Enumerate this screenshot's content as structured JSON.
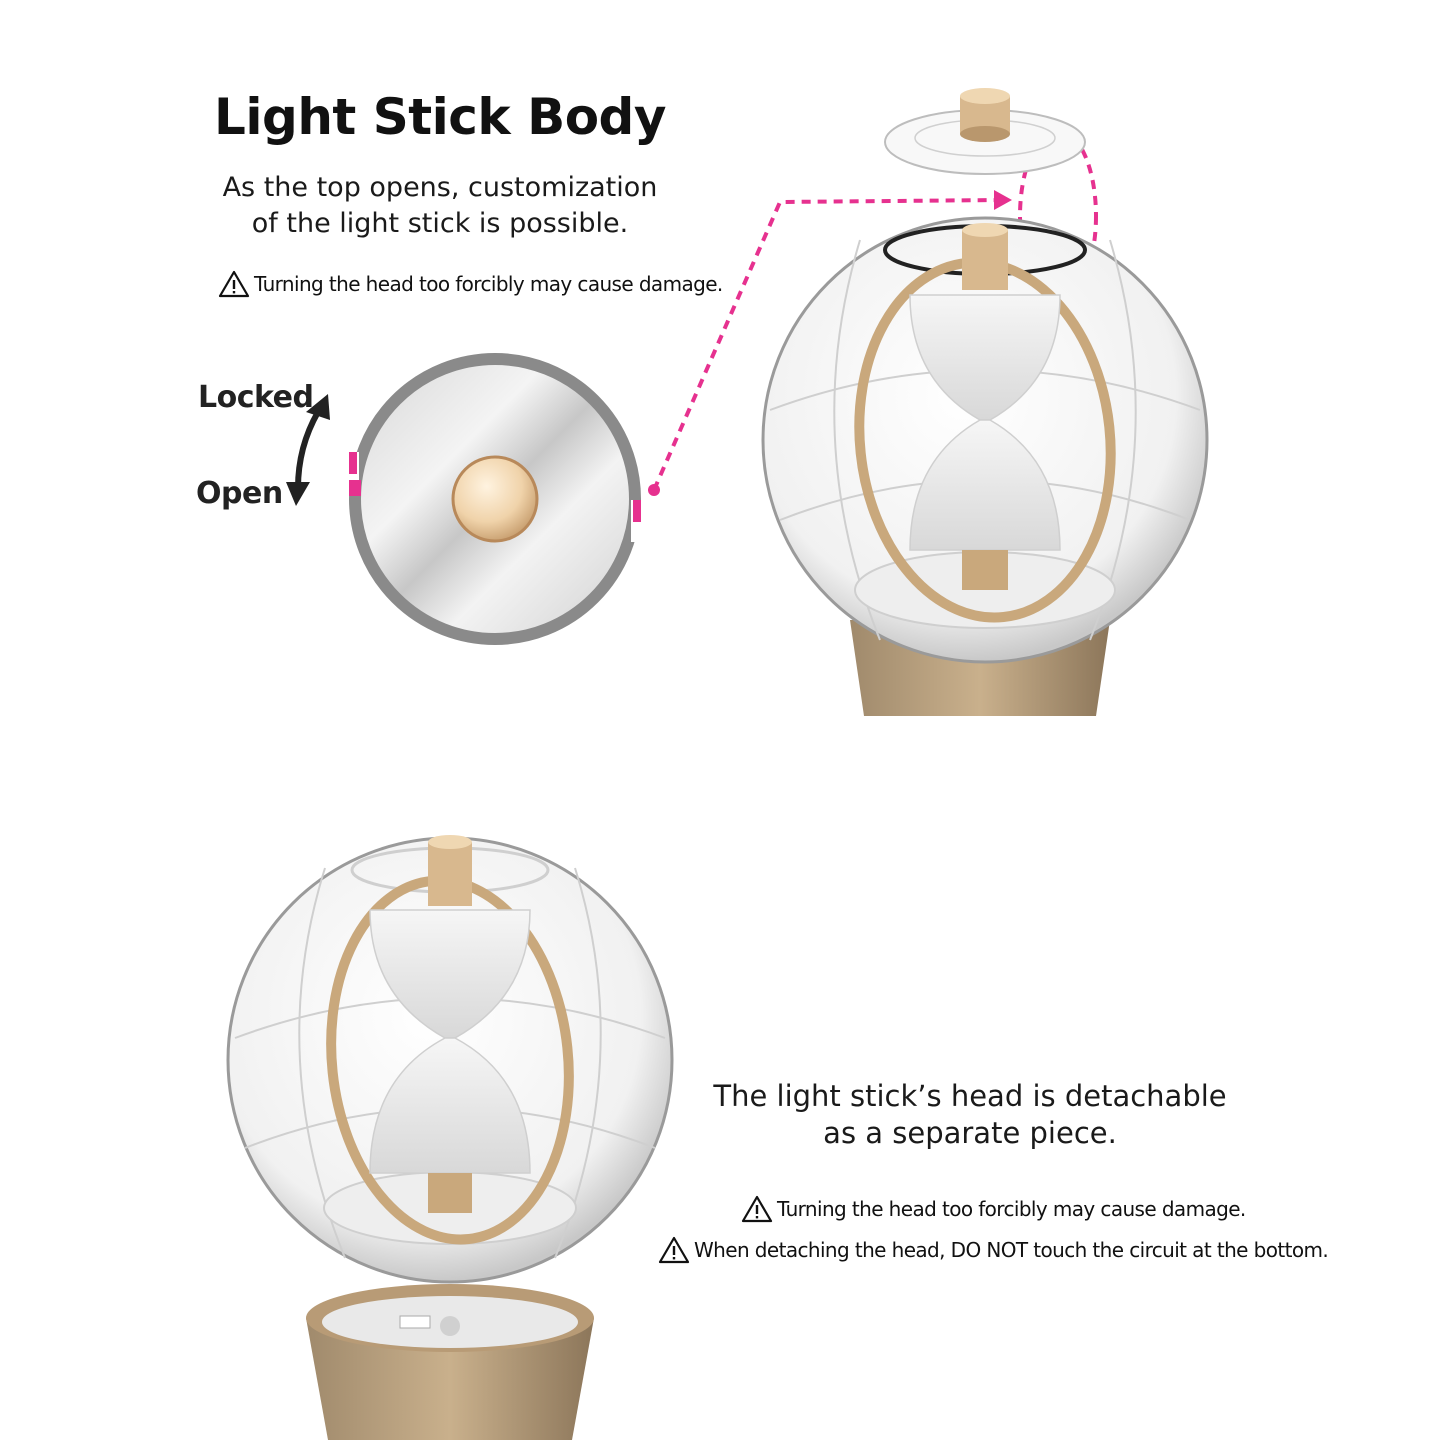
{
  "top_section": {
    "title": "Light Stick Body",
    "description_line1": "As the top opens, customization",
    "description_line2": "of the light stick is possible.",
    "warning": "Turning the head too forcibly may cause damage.",
    "state_locked": "Locked",
    "state_open": "Open"
  },
  "bottom_section": {
    "description_line1": "The light stick’s head is detachable",
    "description_line2": "as a separate piece.",
    "warning1": "Turning the head too forcibly may cause damage.",
    "warning2": "When detaching the head, DO NOT touch the circuit at the bottom."
  },
  "colors": {
    "accent_pink": "#e6318f",
    "gold": "#c9a87c",
    "gray_ring": "#8a8a8a"
  },
  "icons": [
    "warning-triangle-icon",
    "rotate-arrows-icon"
  ]
}
